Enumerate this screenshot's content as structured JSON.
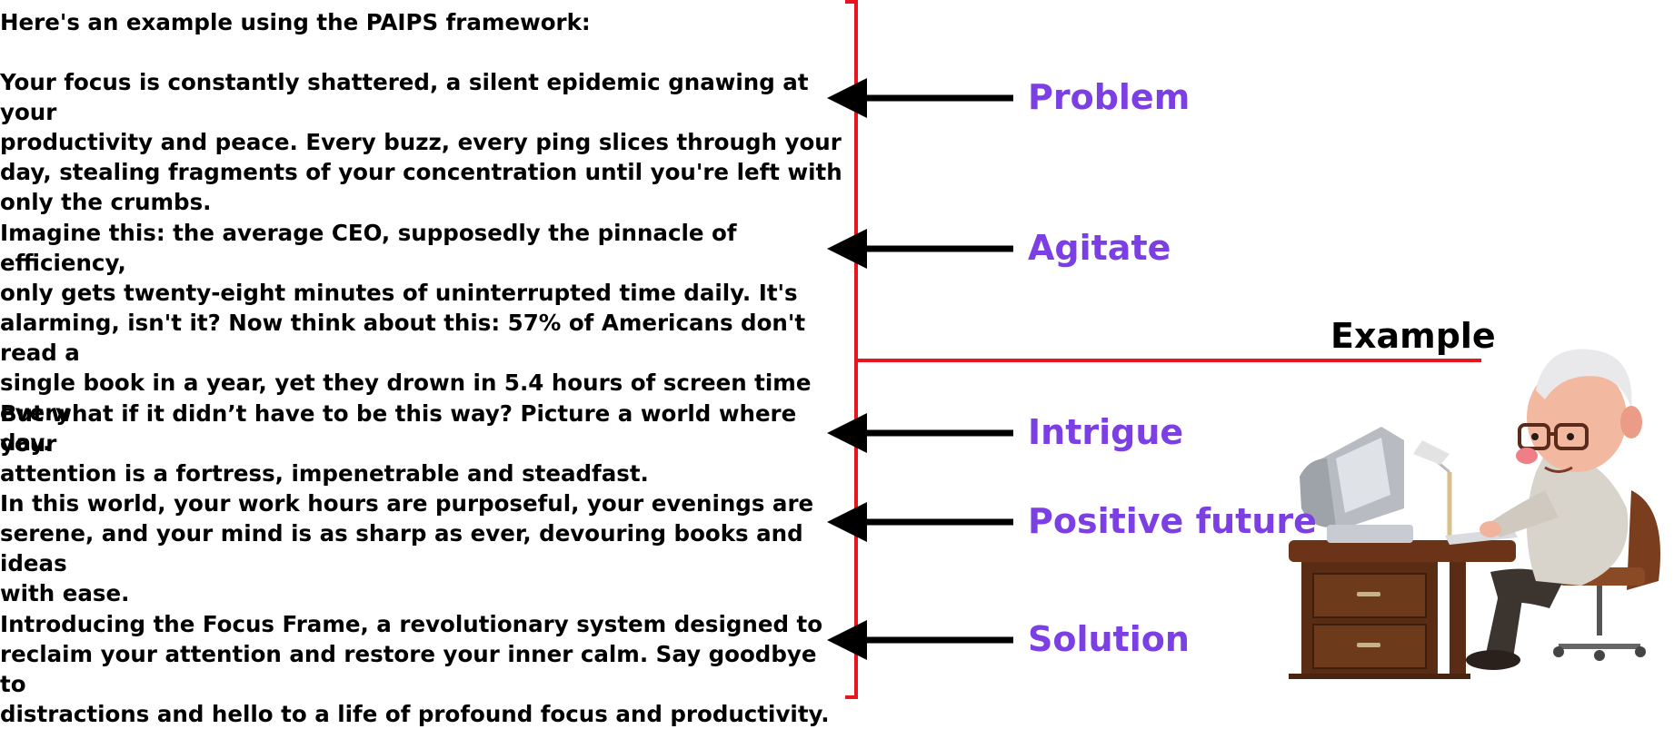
{
  "intro": "Here's an example using the PAIPS framework:",
  "sections": [
    {
      "label": "Problem",
      "text": "Your focus is constantly shattered, a silent epidemic gnawing at your\nproductivity and peace. Every buzz, every ping slices through your\nday, stealing fragments of your concentration until you're left with\nonly the crumbs."
    },
    {
      "label": "Agitate",
      "text": "Imagine this: the average CEO, supposedly the pinnacle of efficiency,\nonly gets twenty-eight minutes of uninterrupted time daily. It's\nalarming, isn't it? Now think about this: 57% of Americans don't read a\nsingle book in a year, yet they drown in 5.4 hours of screen time every\nday."
    },
    {
      "label": "Intrigue",
      "text": "But what if it didn’t have to be this way? Picture a world where your\nattention is a fortress, impenetrable and steadfast."
    },
    {
      "label": "Positive future",
      "text": "In this world, your work hours are purposeful, your evenings are\nserene, and your mind is as sharp as ever, devouring books and ideas\nwith ease."
    },
    {
      "label": "Solution",
      "text": "Introducing the Focus Frame, a revolutionary system designed to\nreclaim your attention and restore your inner calm. Say goodbye to\ndistractions and hello to a life of profound focus and productivity."
    }
  ],
  "example_label": "Example",
  "colors": {
    "label": "#7b3fe4",
    "bracket": "#e8141e",
    "arrow": "#000000"
  },
  "illustration": "elderly-man-at-computer-desk-illustration"
}
